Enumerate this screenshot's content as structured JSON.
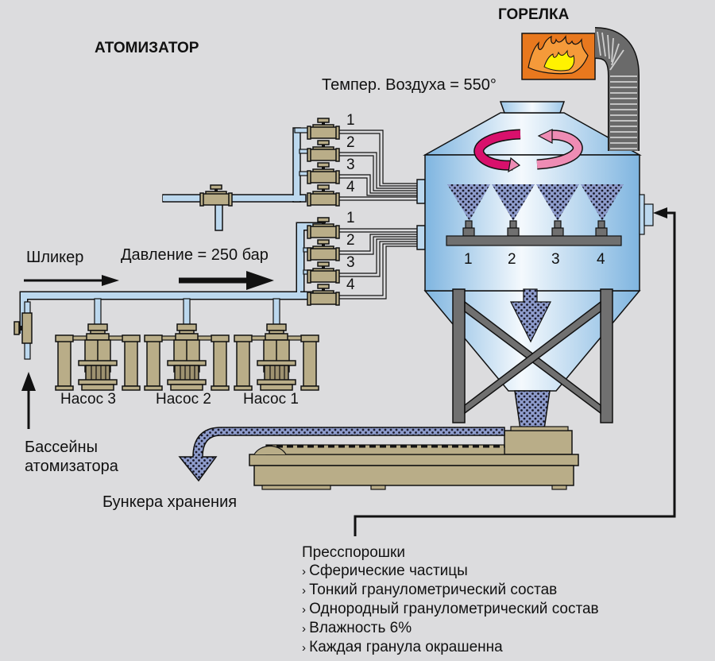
{
  "titles": {
    "atomizer": "АТОМИЗАТОР",
    "burner": "ГОРЕЛКА"
  },
  "labels": {
    "air_temp": "Темпер. Воздуха = 550°",
    "slip": "Шликер",
    "pressure": "Давление = 250 бар",
    "pools_line1": "Бассейны",
    "pools_line2": "атомизатора",
    "storage": "Бункера хранения"
  },
  "pumps": [
    "Насос 3",
    "Насос 2",
    "Насос 1"
  ],
  "valve_groups": {
    "upper": [
      "1",
      "2",
      "3",
      "4"
    ],
    "lower": [
      "1",
      "2",
      "3",
      "4"
    ]
  },
  "nozzles": [
    "1",
    "2",
    "3",
    "4"
  ],
  "product": {
    "heading": "Пресспорошки",
    "properties": [
      "Сферические частицы",
      "Тонкий гранулометрический состав",
      "Однородный гранулометрический состав",
      "Влажность  6%",
      "Каждая гранула окрашенна"
    ]
  },
  "colors": {
    "background": "#dcdcde",
    "pipe": "#bcd8ee",
    "brass": "#b9ad88",
    "tower_blue": "#8fc0e4",
    "steel": "#707070",
    "powder": "#8e9ccc",
    "swirl": "#d8106c",
    "swirl_light": "#ee8cb4",
    "burner_orange": "#e8781e",
    "flame_yellow": "#fff200"
  }
}
